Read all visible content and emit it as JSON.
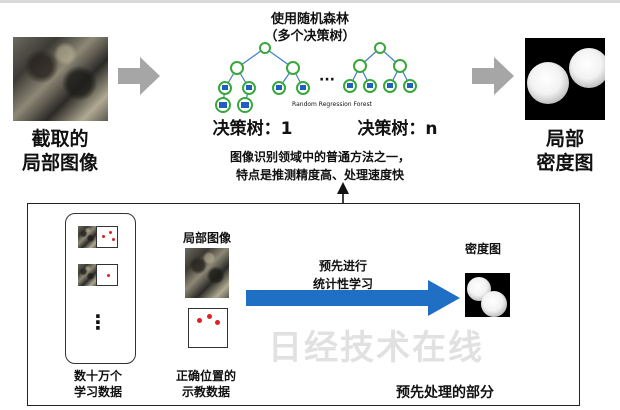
{
  "top": {
    "forest_title_1": "使用随机森林",
    "forest_title_2": "（多个决策树）",
    "ellipsis": "···",
    "forest_caption": "Random Regression Forest",
    "tree1": "决策树：1",
    "treen": "决策树：n",
    "desc_1": "图像识别领域中的普通方法之一，",
    "desc_2": "特点是推测精度高、处理速度快"
  },
  "left": {
    "line1": "截取的",
    "line2": "局部图像"
  },
  "right": {
    "line1": "局部",
    "line2": "密度图"
  },
  "lower": {
    "vdots": "⋮",
    "train_1": "数十万个",
    "train_2": "学习数据",
    "patch_label": "局部图像",
    "correct_1": "正确位置的",
    "correct_2": "示教数据",
    "pre_1": "预先进行",
    "pre_2": "统计性学习",
    "density_label": "密度图",
    "section_label": "预先处理的部分",
    "watermark": "日经技术在线"
  },
  "colors": {
    "arrow_gray": "#a6a6a6",
    "arrow_blue": "#1f6fc5",
    "dot_red": "#e02020",
    "tree_green": "#39a83a",
    "tree_blue": "#1f5fbf"
  },
  "icons": [
    "crowd-image",
    "density-map",
    "decision-tree-icon",
    "right-arrow-icon",
    "up-arrow-icon"
  ]
}
